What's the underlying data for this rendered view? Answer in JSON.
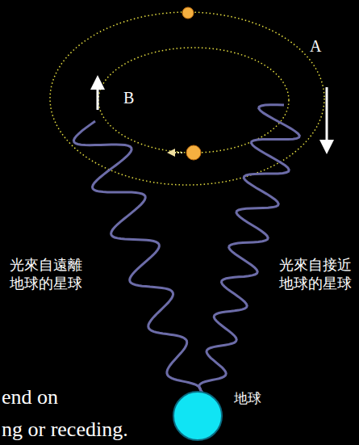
{
  "diagram": {
    "labels": [
      "A",
      "B",
      "光來自遠離 地球的星球",
      "光來自接近 地球的星球",
      "地球",
      "end on",
      "ng or receding."
    ]
  }
}
